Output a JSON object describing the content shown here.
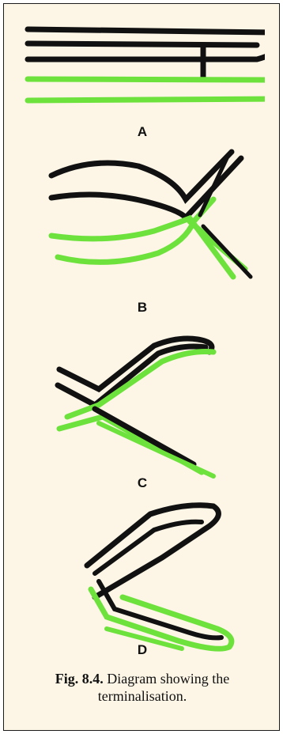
{
  "figure": {
    "panels": [
      {
        "label": "A"
      },
      {
        "label": "B"
      },
      {
        "label": "C"
      },
      {
        "label": "D"
      }
    ],
    "caption": {
      "number": "Fig. 8.4.",
      "text": "Diagram showing the terminalisation."
    },
    "colors": {
      "paternal": "#111111",
      "maternal": "#6ee23c",
      "background": "#fdf6e6"
    }
  }
}
